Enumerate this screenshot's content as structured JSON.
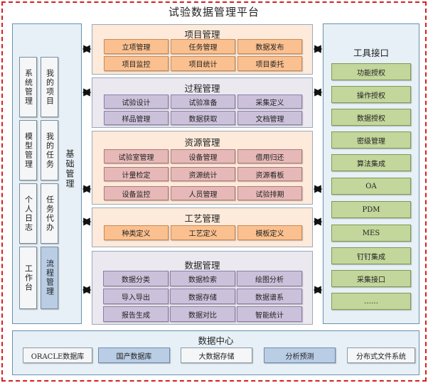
{
  "title": "试验数据管理平台",
  "foundation": {
    "label": "基础管理",
    "cells": [
      "系统管理",
      "我的项目",
      "模型管理",
      "我的任务",
      "个人日志",
      "任务代办",
      "工作台",
      "流程管理"
    ]
  },
  "modules": {
    "project": {
      "title": "项目管理",
      "items": [
        "立项管理",
        "任务管理",
        "数据发布",
        "项目监控",
        "项目统计",
        "项目委托"
      ]
    },
    "process": {
      "title": "过程管理",
      "items": [
        "试验设计",
        "试验准备",
        "采集定义",
        "样品管理",
        "数据获取",
        "文档管理"
      ]
    },
    "resource": {
      "title": "资源管理",
      "items": [
        "试验室管理",
        "设备管理",
        "借用归还",
        "计量检定",
        "资源统计",
        "资源看板",
        "设备监控",
        "人员管理",
        "试验排期"
      ]
    },
    "craft": {
      "title": "工艺管理",
      "items": [
        "种类定义",
        "工艺定义",
        "模板定义"
      ]
    },
    "data": {
      "title": "数据管理",
      "items": [
        "数据分类",
        "数据检索",
        "绘图分析",
        "导入导出",
        "数据存储",
        "数据谱系",
        "报告生成",
        "数据对比",
        "智能统计"
      ]
    }
  },
  "tools": {
    "title": "工具接口",
    "items": [
      "功能授权",
      "操作授权",
      "数据授权",
      "密级管理",
      "算法集成",
      "OA",
      "PDM",
      "MES",
      "钉钉集成",
      "采集接口",
      "……"
    ]
  },
  "datacenter": {
    "title": "数据中心",
    "items": [
      "ORACLE数据库",
      "国产数据库",
      "大数据存储",
      "分析预测",
      "分布式文件系统"
    ]
  }
}
